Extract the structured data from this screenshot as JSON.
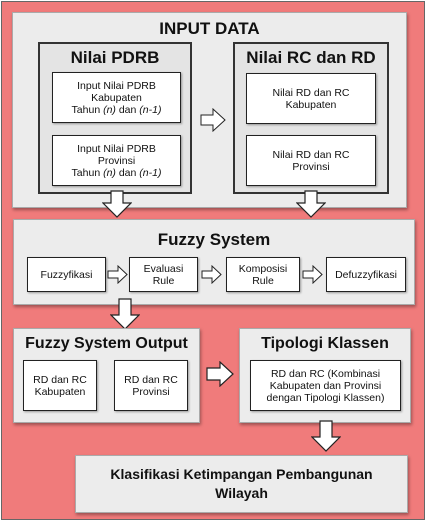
{
  "input_data": {
    "title": "INPUT DATA",
    "pdrb": {
      "title": "Nilai PDRB",
      "kab": [
        "Input Nilai PDRB",
        "Kabupaten",
        "Tahun (n) dan (n-1)"
      ],
      "prov": [
        "Input Nilai PDRB",
        "Provinsi",
        "Tahun (n) dan (n-1)"
      ]
    },
    "rcrd": {
      "title": "Nilai RC dan RD",
      "kab": "Nilai RD dan RC Kabupaten",
      "prov": "Nilai RD dan RC Provinsi"
    }
  },
  "fuzzy_system": {
    "title": "Fuzzy System",
    "steps": [
      "Fuzzyfikasi",
      "Evaluasi Rule",
      "Komposisi Rule",
      "Defuzzyfikasi"
    ]
  },
  "fuzzy_output": {
    "title": "Fuzzy System Output",
    "kab": "RD dan RC Kabupaten",
    "prov": "RD dan RC Provinsi"
  },
  "tipologi": {
    "title": "Tipologi Klassen",
    "desc": "RD dan RC (Kombinasi Kabupaten dan Provinsi dengan Tipologi Klassen)"
  },
  "klasifikasi": {
    "title": "Klasifikasi Ketimpangan Pembangunan Wilayah"
  },
  "colors": {
    "background": "#f07b7b",
    "panel": "#ececec",
    "box": "#ffffff"
  }
}
